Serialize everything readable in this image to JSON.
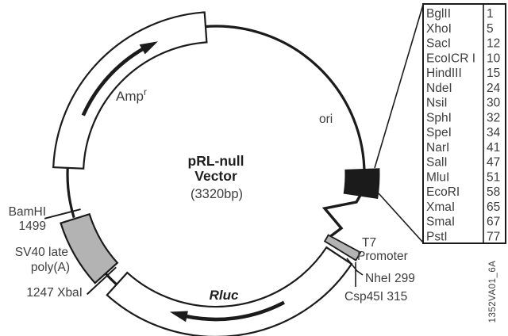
{
  "diagram": {
    "title_line1": "pRL-null",
    "title_line2": "Vector",
    "title_size": "(3320bp)",
    "watermark": "1352VA01_6A"
  },
  "features": {
    "amp_name": "Amp",
    "amp_sup": "r",
    "ori_label": "ori",
    "rluc_label": "Rluc",
    "sv40_line1": "SV40 late",
    "sv40_line2": "poly(A)",
    "t7_line1": "T7",
    "t7_line2": "Promoter"
  },
  "sites": {
    "bamhi_name": "BamHI",
    "bamhi_pos": "1499",
    "xbai_label": "1247 XbaI",
    "nhei_label": "NheI 299",
    "csp45i_label": "Csp45I 315"
  },
  "enzyme_table": {
    "rows": [
      {
        "name": "BglII",
        "pos": "1"
      },
      {
        "name": "XhoI",
        "pos": "5"
      },
      {
        "name": "SacI",
        "pos": "12"
      },
      {
        "name": "EcoICR I",
        "pos": "10"
      },
      {
        "name": "HindIII",
        "pos": "15"
      },
      {
        "name": "NdeI",
        "pos": "24"
      },
      {
        "name": "NsiI",
        "pos": "30"
      },
      {
        "name": "SphI",
        "pos": "32"
      },
      {
        "name": "SpeI",
        "pos": "34"
      },
      {
        "name": "NarI",
        "pos": "41"
      },
      {
        "name": "SalI",
        "pos": "47"
      },
      {
        "name": "MluI",
        "pos": "51"
      },
      {
        "name": "EcoRI",
        "pos": "58"
      },
      {
        "name": "XmaI",
        "pos": "65"
      },
      {
        "name": "SmaI",
        "pos": "67"
      },
      {
        "name": "PstI",
        "pos": "77"
      }
    ]
  },
  "colors": {
    "line": "#1b1b1b",
    "feature_gray": "#b3b3b3",
    "text": "#3d3d3d"
  }
}
